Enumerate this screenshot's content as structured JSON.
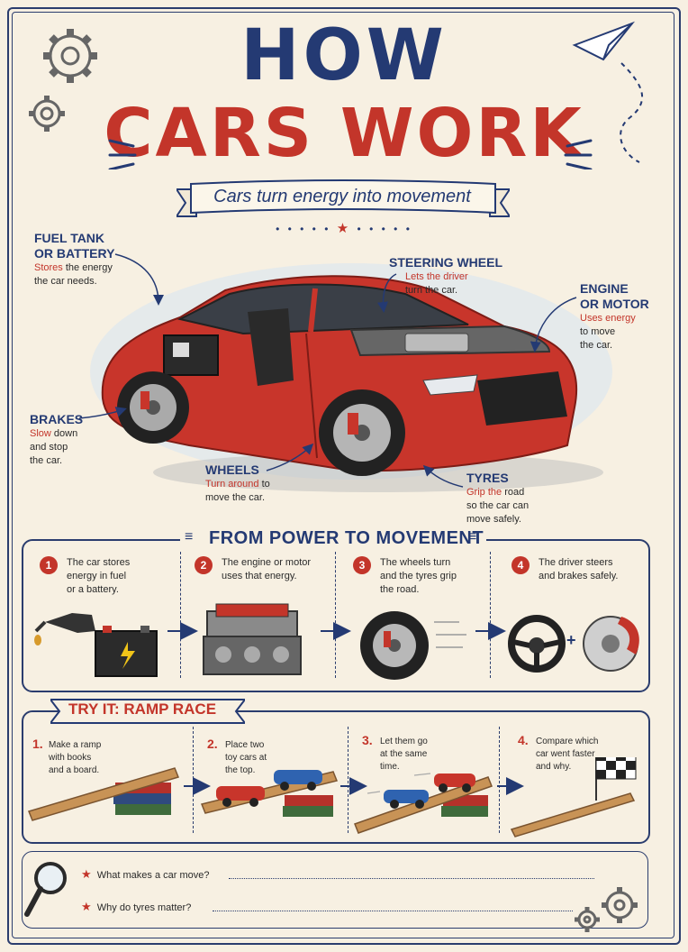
{
  "header": {
    "title_line1": "HOW",
    "title_line2": "CARS WORK",
    "subtitle": "Cars turn energy into movement"
  },
  "parts": {
    "fuel": {
      "heading_line1": "FUEL TANK",
      "heading_line2": "OR BATTERY",
      "text_hl": "Stores",
      "text_line1_rest": " the energy",
      "text_line2": "the car needs."
    },
    "steering": {
      "heading": "STEERING WHEEL",
      "text_hl": "Lets the driver",
      "text_line2": "turn the car."
    },
    "engine": {
      "heading_line1": "ENGINE",
      "heading_line2": "OR MOTOR",
      "text_hl": "Uses energy",
      "text_line2": "to move",
      "text_line3": "the car."
    },
    "brakes": {
      "heading": "BRAKES",
      "text_hl": "Slow",
      "text_line1_rest": " down",
      "text_line2": "and stop",
      "text_line3": "the car."
    },
    "wheels": {
      "heading": "WHEELS",
      "text_hl": "Turn around",
      "text_line1_rest": " to",
      "text_line2": "move the car."
    },
    "tyres": {
      "heading": "TYRES",
      "text_hl": "Grip the",
      "text_line1_rest": " road",
      "text_line2": "so the car can",
      "text_line3": "move safely."
    }
  },
  "power_section": {
    "title": "FROM POWER TO MOVEMENT",
    "steps": [
      {
        "num": "1",
        "lines": [
          "The car stores",
          "energy in fuel",
          "or a battery."
        ]
      },
      {
        "num": "2",
        "lines": [
          "The engine or motor",
          "uses that energy."
        ]
      },
      {
        "num": "3",
        "lines": [
          "The wheels turn",
          "and the tyres grip",
          "the road."
        ]
      },
      {
        "num": "4",
        "lines": [
          "The driver steers",
          "and brakes safely."
        ]
      }
    ],
    "plus": "+"
  },
  "ramp_section": {
    "title": "TRY IT: RAMP RACE",
    "steps": [
      {
        "num": "1.",
        "lines": [
          "Make a ramp",
          "with books",
          "and a board."
        ]
      },
      {
        "num": "2.",
        "lines": [
          "Place two",
          "toy cars at",
          "the top."
        ]
      },
      {
        "num": "3.",
        "lines": [
          "Let them go",
          "at the same",
          "time."
        ]
      },
      {
        "num": "4.",
        "lines": [
          "Compare which",
          "car went faster",
          "and why."
        ]
      }
    ]
  },
  "questions": [
    "What makes a car move?",
    "Why do tyres matter?"
  ],
  "colors": {
    "navy": "#243a73",
    "red": "#c3352a",
    "paper": "#f7f0e2",
    "car_red": "#c8352b"
  }
}
